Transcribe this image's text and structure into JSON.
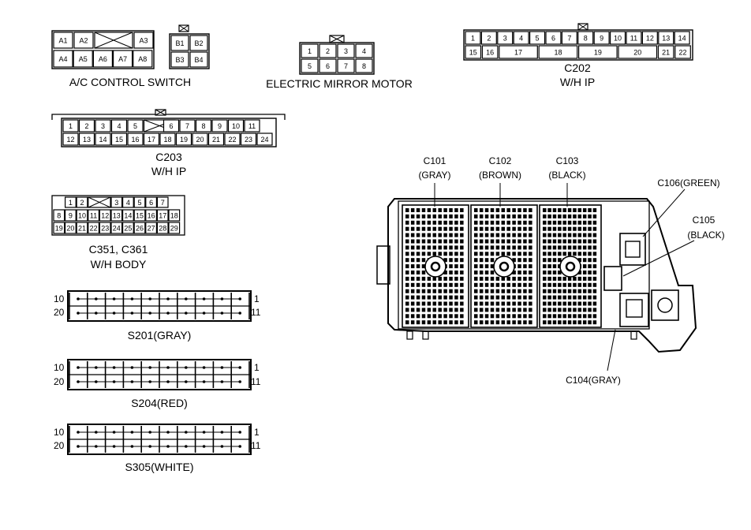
{
  "ac_switch": {
    "title": "A/C CONTROL SWITCH",
    "pins_top": [
      "A1",
      "A2",
      "A3"
    ],
    "pins_bottom": [
      "A4",
      "A5",
      "A6",
      "A7",
      "A8"
    ],
    "pins_b_top": [
      "B1",
      "B2"
    ],
    "pins_b_bottom": [
      "B3",
      "B4"
    ]
  },
  "mirror_motor": {
    "title": "ELECTRIC MIRROR MOTOR",
    "pins_top": [
      "1",
      "2",
      "3",
      "4"
    ],
    "pins_bottom": [
      "5",
      "6",
      "7",
      "8"
    ]
  },
  "c202": {
    "title": "C202",
    "subtitle": "W/H IP",
    "pins_top": [
      "1",
      "2",
      "3",
      "4",
      "5",
      "6",
      "7",
      "8",
      "9",
      "10",
      "11",
      "12",
      "13",
      "14"
    ],
    "pins_bottom": [
      "15",
      "16",
      "17",
      "18",
      "19",
      "20",
      "21",
      "22"
    ]
  },
  "c203": {
    "title": "C203",
    "subtitle": "W/H IP",
    "pins_top_left": [
      "1",
      "2",
      "3",
      "4",
      "5"
    ],
    "pins_top_right": [
      "6",
      "7",
      "8",
      "9",
      "10",
      "11"
    ],
    "pins_bottom": [
      "12",
      "13",
      "14",
      "15",
      "16",
      "17",
      "18",
      "19",
      "20",
      "21",
      "22",
      "23",
      "24"
    ]
  },
  "c351": {
    "title": "C351, C361",
    "subtitle": "W/H BODY",
    "row1_left": [
      "1",
      "2"
    ],
    "row1_right": [
      "3",
      "4",
      "5",
      "6",
      "7"
    ],
    "row2": [
      "8",
      "9",
      "10",
      "11",
      "12",
      "13",
      "14",
      "15",
      "16",
      "17",
      "18"
    ],
    "row3": [
      "19",
      "20",
      "21",
      "22",
      "23",
      "24",
      "25",
      "26",
      "27",
      "28",
      "29"
    ]
  },
  "splices": [
    {
      "label": "S201(GRAY)",
      "left_top": "10",
      "left_bottom": "20",
      "right_top": "1",
      "right_bottom": "11"
    },
    {
      "label": "S204(RED)",
      "left_top": "10",
      "left_bottom": "20",
      "right_top": "1",
      "right_bottom": "11"
    },
    {
      "label": "S305(WHITE)",
      "left_top": "10",
      "left_bottom": "20",
      "right_top": "1",
      "right_bottom": "11"
    }
  ],
  "junction_box": {
    "c101": {
      "name": "C101",
      "color": "(GRAY)"
    },
    "c102": {
      "name": "C102",
      "color": "(BROWN)"
    },
    "c103": {
      "name": "C103",
      "color": "(BLACK)"
    },
    "c106": "C106(GREEN)",
    "c105_name": "C105",
    "c105_color": "(BLACK)",
    "c104": "C104(GRAY)"
  },
  "colors": {
    "ink": "#000000",
    "paper": "#ffffff"
  }
}
